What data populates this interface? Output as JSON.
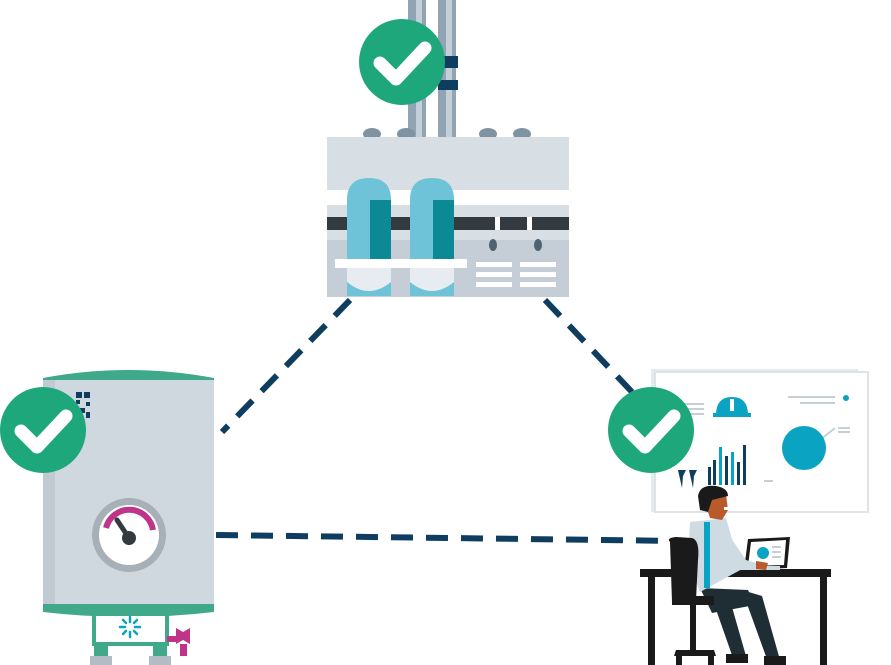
{
  "diagram": {
    "nodes": [
      {
        "id": "factory",
        "icon": "factory-icon",
        "status": "ok"
      },
      {
        "id": "tank",
        "icon": "pressure-tank-icon",
        "status": "ok"
      },
      {
        "id": "workstation",
        "icon": "analyst-at-desk-icon",
        "status": "ok"
      }
    ],
    "connections": [
      {
        "from": "factory",
        "to": "tank",
        "style": "dashed"
      },
      {
        "from": "factory",
        "to": "workstation",
        "style": "dashed"
      },
      {
        "from": "tank",
        "to": "workstation",
        "style": "dashed"
      }
    ],
    "colors": {
      "check_badge": "#1ea77b",
      "connector": "#0e3d5f",
      "tank_body": "#cfd8df",
      "tank_band": "#3fa98a",
      "teal_tank": "#6ec3d8",
      "teal_dark": "#0b8a96",
      "gauge_accent": "#c0338b",
      "board_circle": "#0aa3c2",
      "chair": "#1a1a1a",
      "shirt": "#cfdbe3",
      "skin": "#b85a2a"
    }
  }
}
